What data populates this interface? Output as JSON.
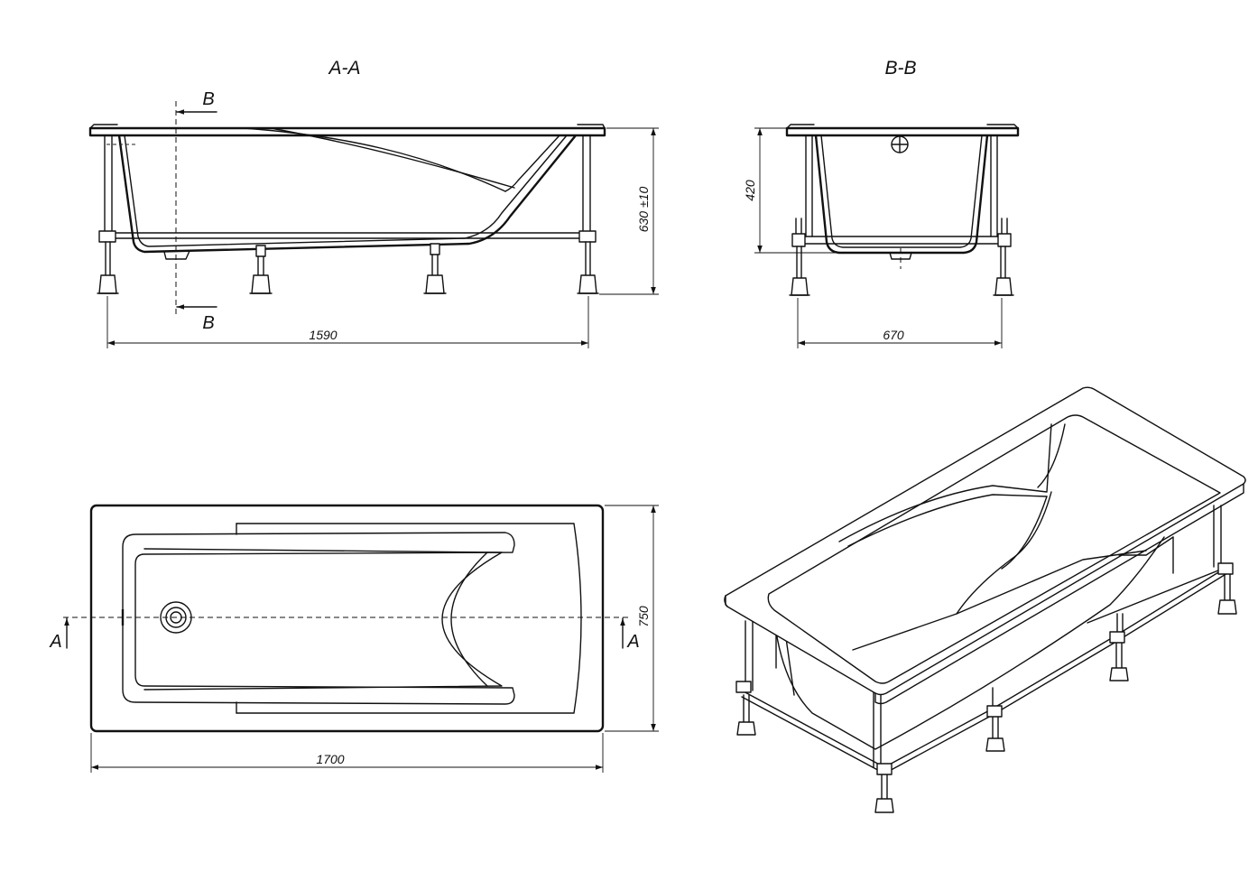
{
  "views": {
    "section_aa": {
      "title": "A-A",
      "cut_label_top": "B",
      "cut_label_bottom": "B"
    },
    "section_bb": {
      "title": "B-B"
    },
    "plan": {
      "cut_label_left": "A",
      "cut_label_right": "A"
    }
  },
  "dimensions": {
    "frame_length": "1590",
    "frame_width": "670",
    "total_height": "630 ±10",
    "rim_height": "420",
    "overall_length": "1700",
    "overall_width": "750"
  }
}
